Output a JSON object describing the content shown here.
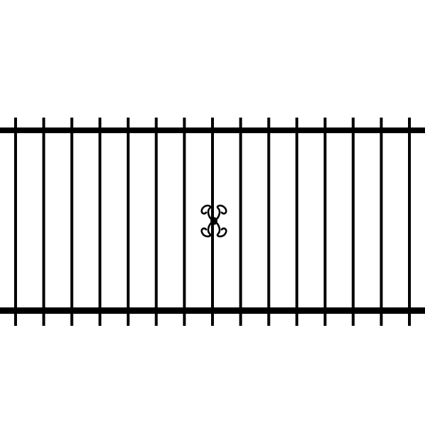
{
  "image": {
    "subject": "",
    "background_color": "#ffffff"
  },
  "fence": {
    "color": "#000000",
    "picket_count": 15,
    "rail_count": 2,
    "ornament_count": 1,
    "ornament_icon": "fleur-scroll-icon"
  }
}
